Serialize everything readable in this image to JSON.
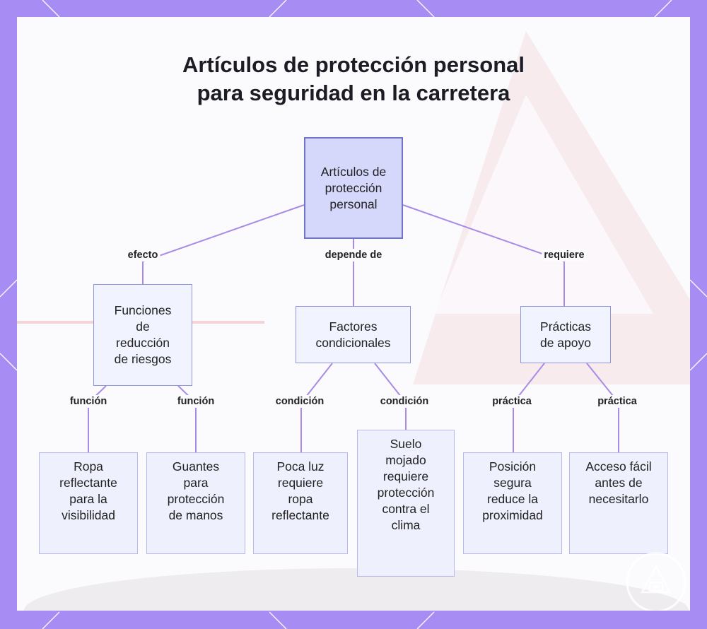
{
  "title": {
    "line1": "Artículos de protección personal",
    "line2": "para seguridad en la carretera"
  },
  "nodes": {
    "root": "Artículos de protección personal",
    "funciones": "Funciones de reducción de riesgos",
    "factores": "Factores condicionales",
    "practicas": "Prácticas de apoyo",
    "ropa": "Ropa reflectante para la visibilidad",
    "guantes": "Guantes para protección de manos",
    "poca_luz": "Poca luz requiere ropa reflectante",
    "suelo": "Suelo mojado requiere protección contra el clima",
    "posicion": "Posición segura reduce la proximidad",
    "acceso": "Acceso fácil antes de necesitarlo"
  },
  "edge_labels": {
    "efecto": "efecto",
    "depende_de": "depende de",
    "requiere": "requiere",
    "funcion_1": "función",
    "funcion_2": "función",
    "condicion_1": "condición",
    "condicion_2": "condición",
    "practica_1": "práctica",
    "practica_2": "práctica"
  },
  "colors": {
    "frame": "#a68cf3",
    "edge": "#a88be6",
    "root_fill": "#d5d8fb",
    "node_fill": "#eef0fd"
  }
}
